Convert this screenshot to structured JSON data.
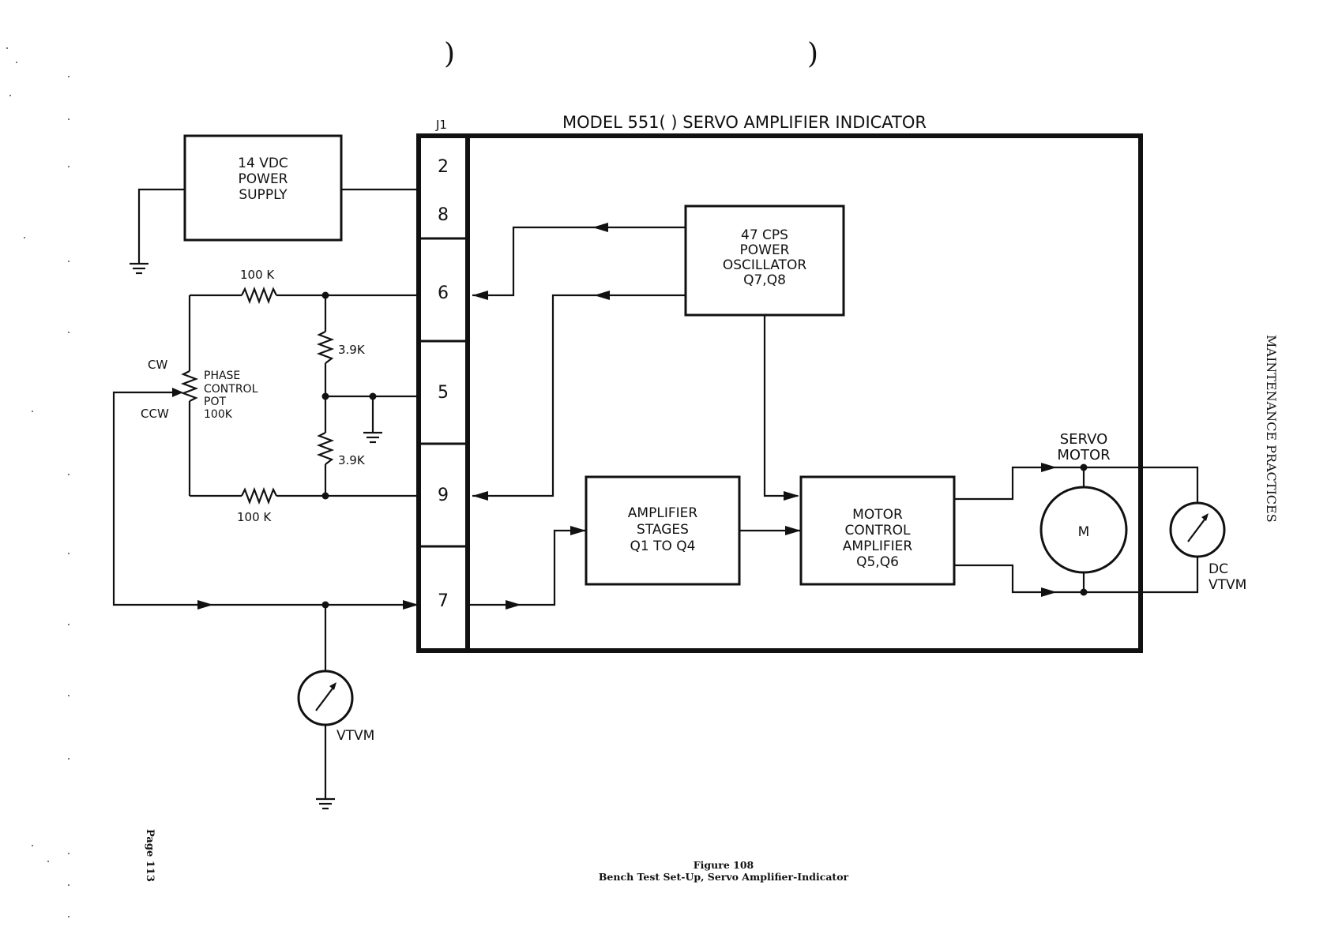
{
  "diagram": {
    "title": "MODEL 551( ) SERVO AMPLIFIER INDICATOR",
    "connector_label": "J1",
    "pins": [
      "2",
      "8",
      "6",
      "5",
      "9",
      "7"
    ],
    "power_supply": [
      "14 VDC",
      "POWER",
      "SUPPLY"
    ],
    "oscillator": [
      "47 CPS",
      "POWER",
      "OSCILLATOR",
      "Q7,Q8"
    ],
    "amplifier_stages": [
      "AMPLIFIER",
      "STAGES",
      "Q1 TO Q4"
    ],
    "motor_control": [
      "MOTOR",
      "CONTROL",
      "AMPLIFIER",
      "Q5,Q6"
    ],
    "servo_motor_label": [
      "SERVO",
      "MOTOR"
    ],
    "motor_symbol": "M",
    "dc_vtvm": [
      "DC",
      "VTVM"
    ],
    "vtvm": "VTVM",
    "resistor_top": "100 K",
    "resistor_bottom": "100 K",
    "resistor_upper": "3.9K",
    "resistor_lower": "3.9K",
    "pot_label": [
      "PHASE",
      "CONTROL",
      "POT",
      "100K"
    ],
    "cw": "CW",
    "ccw": "CCW"
  },
  "side_header": "MAINTENANCE PRACTICES",
  "page_label": "Page  113",
  "caption": {
    "figure": "Figure 108",
    "title": "Bench Test Set-Up,  Servo Amplifier-Indicator"
  }
}
